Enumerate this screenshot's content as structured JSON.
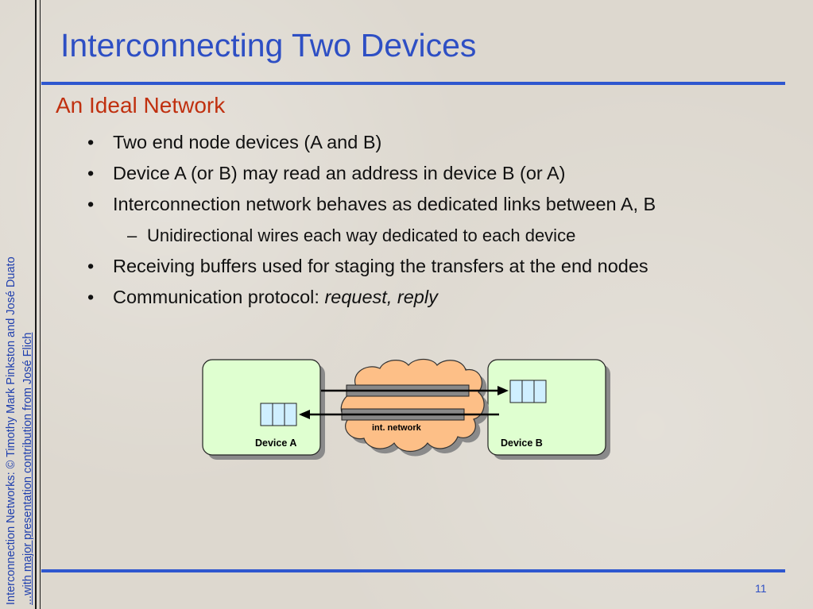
{
  "side_credit": {
    "line1": "Interconnection Networks: © Timothy Mark Pinkston and José Duato",
    "line2": "...with major presentation contribution from José Flich"
  },
  "title": "Interconnecting Two Devices",
  "subheading": "An Ideal Network",
  "bullets": {
    "b1": "Two end node devices (A and B)",
    "b2": "Device A (or B) may read an address in device B (or A)",
    "b3": "Interconnection network behaves as dedicated links between A, B",
    "b3_sub": "Unidirectional wires each way dedicated to each device",
    "b4": "Receiving buffers used for staging the transfers at the end nodes",
    "b5_plain": "Communication protocol: ",
    "b5_italic": "request, reply"
  },
  "diagram": {
    "device_a": "Device A",
    "device_b": "Device B",
    "network": "int. network"
  },
  "page_number": "11",
  "colors": {
    "title_blue": "#2e4fc4",
    "subhead_red": "#c0300f",
    "device_fill": "#dfffd0",
    "cloud_fill": "#fdbf87",
    "buffer_fill": "#cfefff"
  }
}
